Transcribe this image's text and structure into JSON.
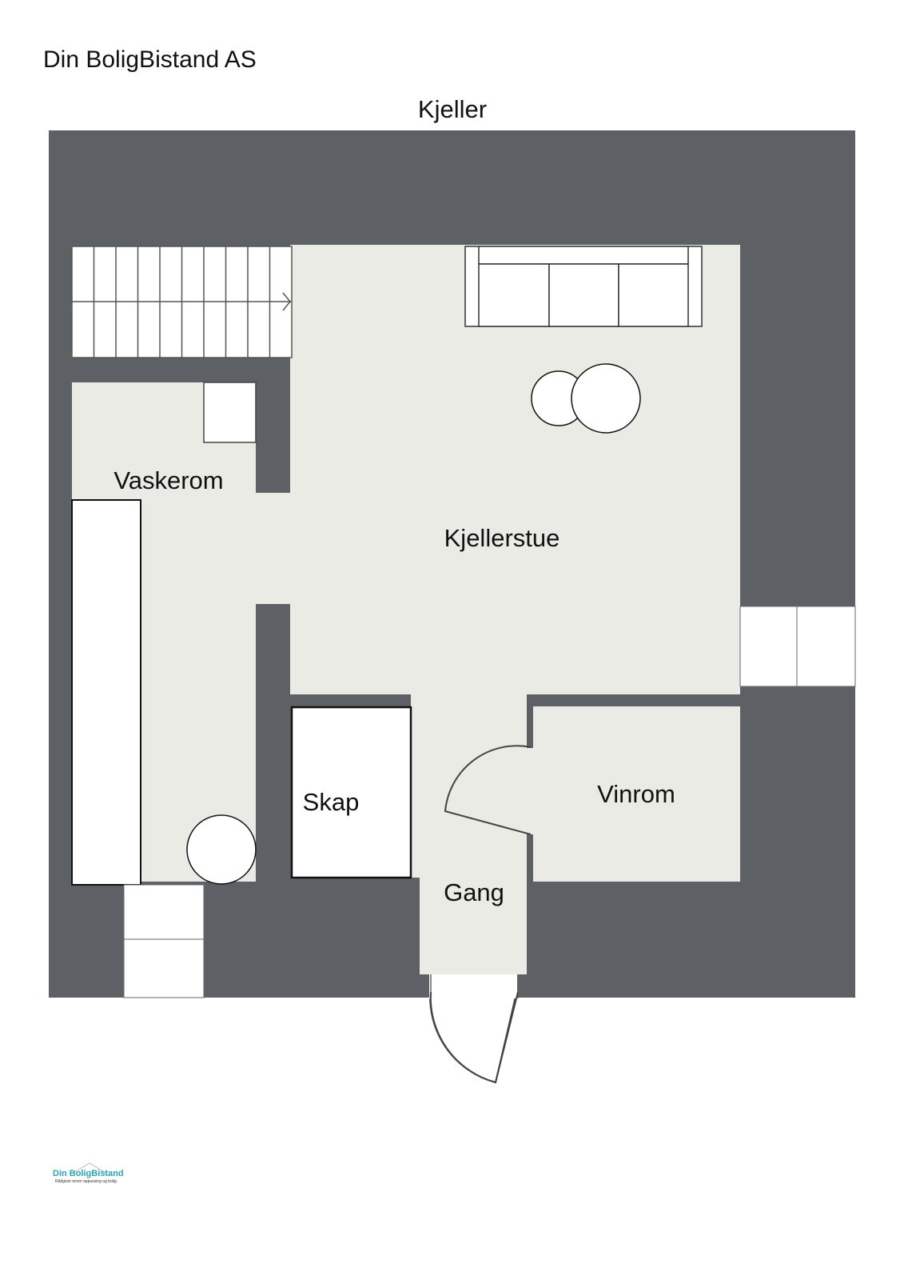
{
  "header": {
    "company": "Din BoligBistand AS",
    "floor": "Kjeller"
  },
  "rooms": {
    "kjellerstue": "Kjellerstue",
    "vaskerom": "Vaskerom",
    "skap": "Skap",
    "vinrom": "Vinrom",
    "gang": "Gang"
  },
  "logo": {
    "name": "Din BoligBistand",
    "tagline": "Rådgiver innen oppussing og bolig"
  },
  "colors": {
    "wall": "#5d6064",
    "floor": "#ebebe5",
    "logo": "#2aa3b3"
  }
}
